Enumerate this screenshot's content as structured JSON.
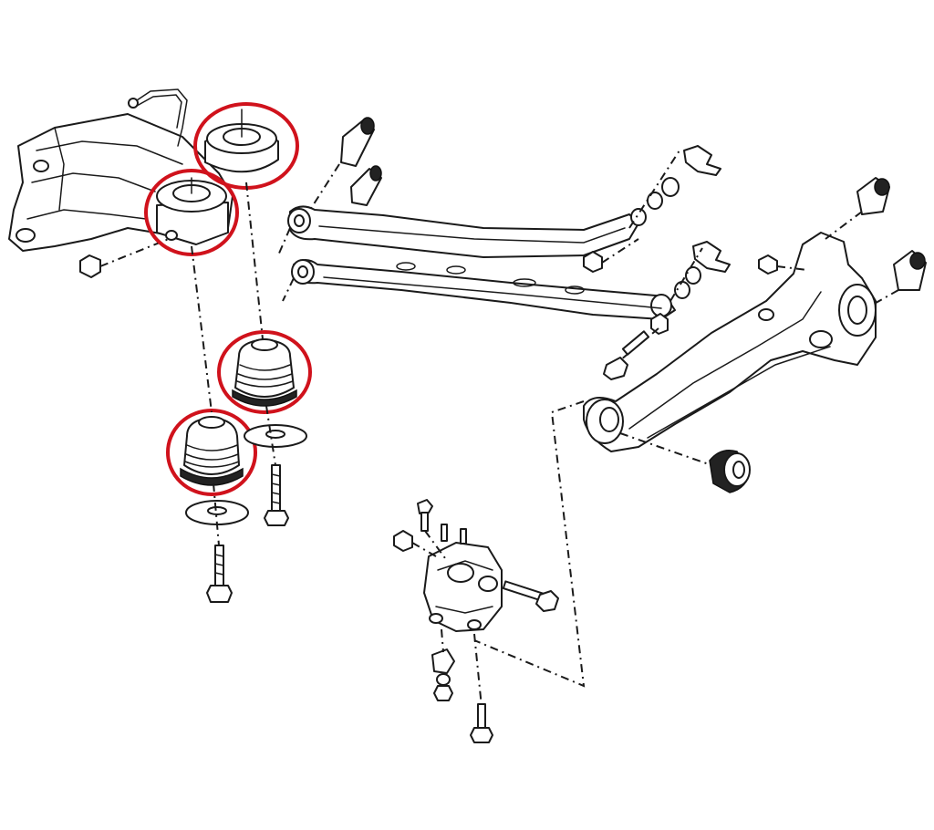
{
  "diagram": {
    "highlight_color": "#d0121c",
    "line_color": "#1a1a1a",
    "background": "#ffffff",
    "parts": [
      "rear-subframe",
      "upper-subframe-bushing",
      "lower-subframe-bushing",
      "upper-control-arm",
      "lower-control-arm",
      "trailing-arm",
      "trailing-arm-bushing",
      "arm-end-bushing",
      "knuckle-bracket",
      "washer",
      "bolt",
      "nut"
    ]
  }
}
